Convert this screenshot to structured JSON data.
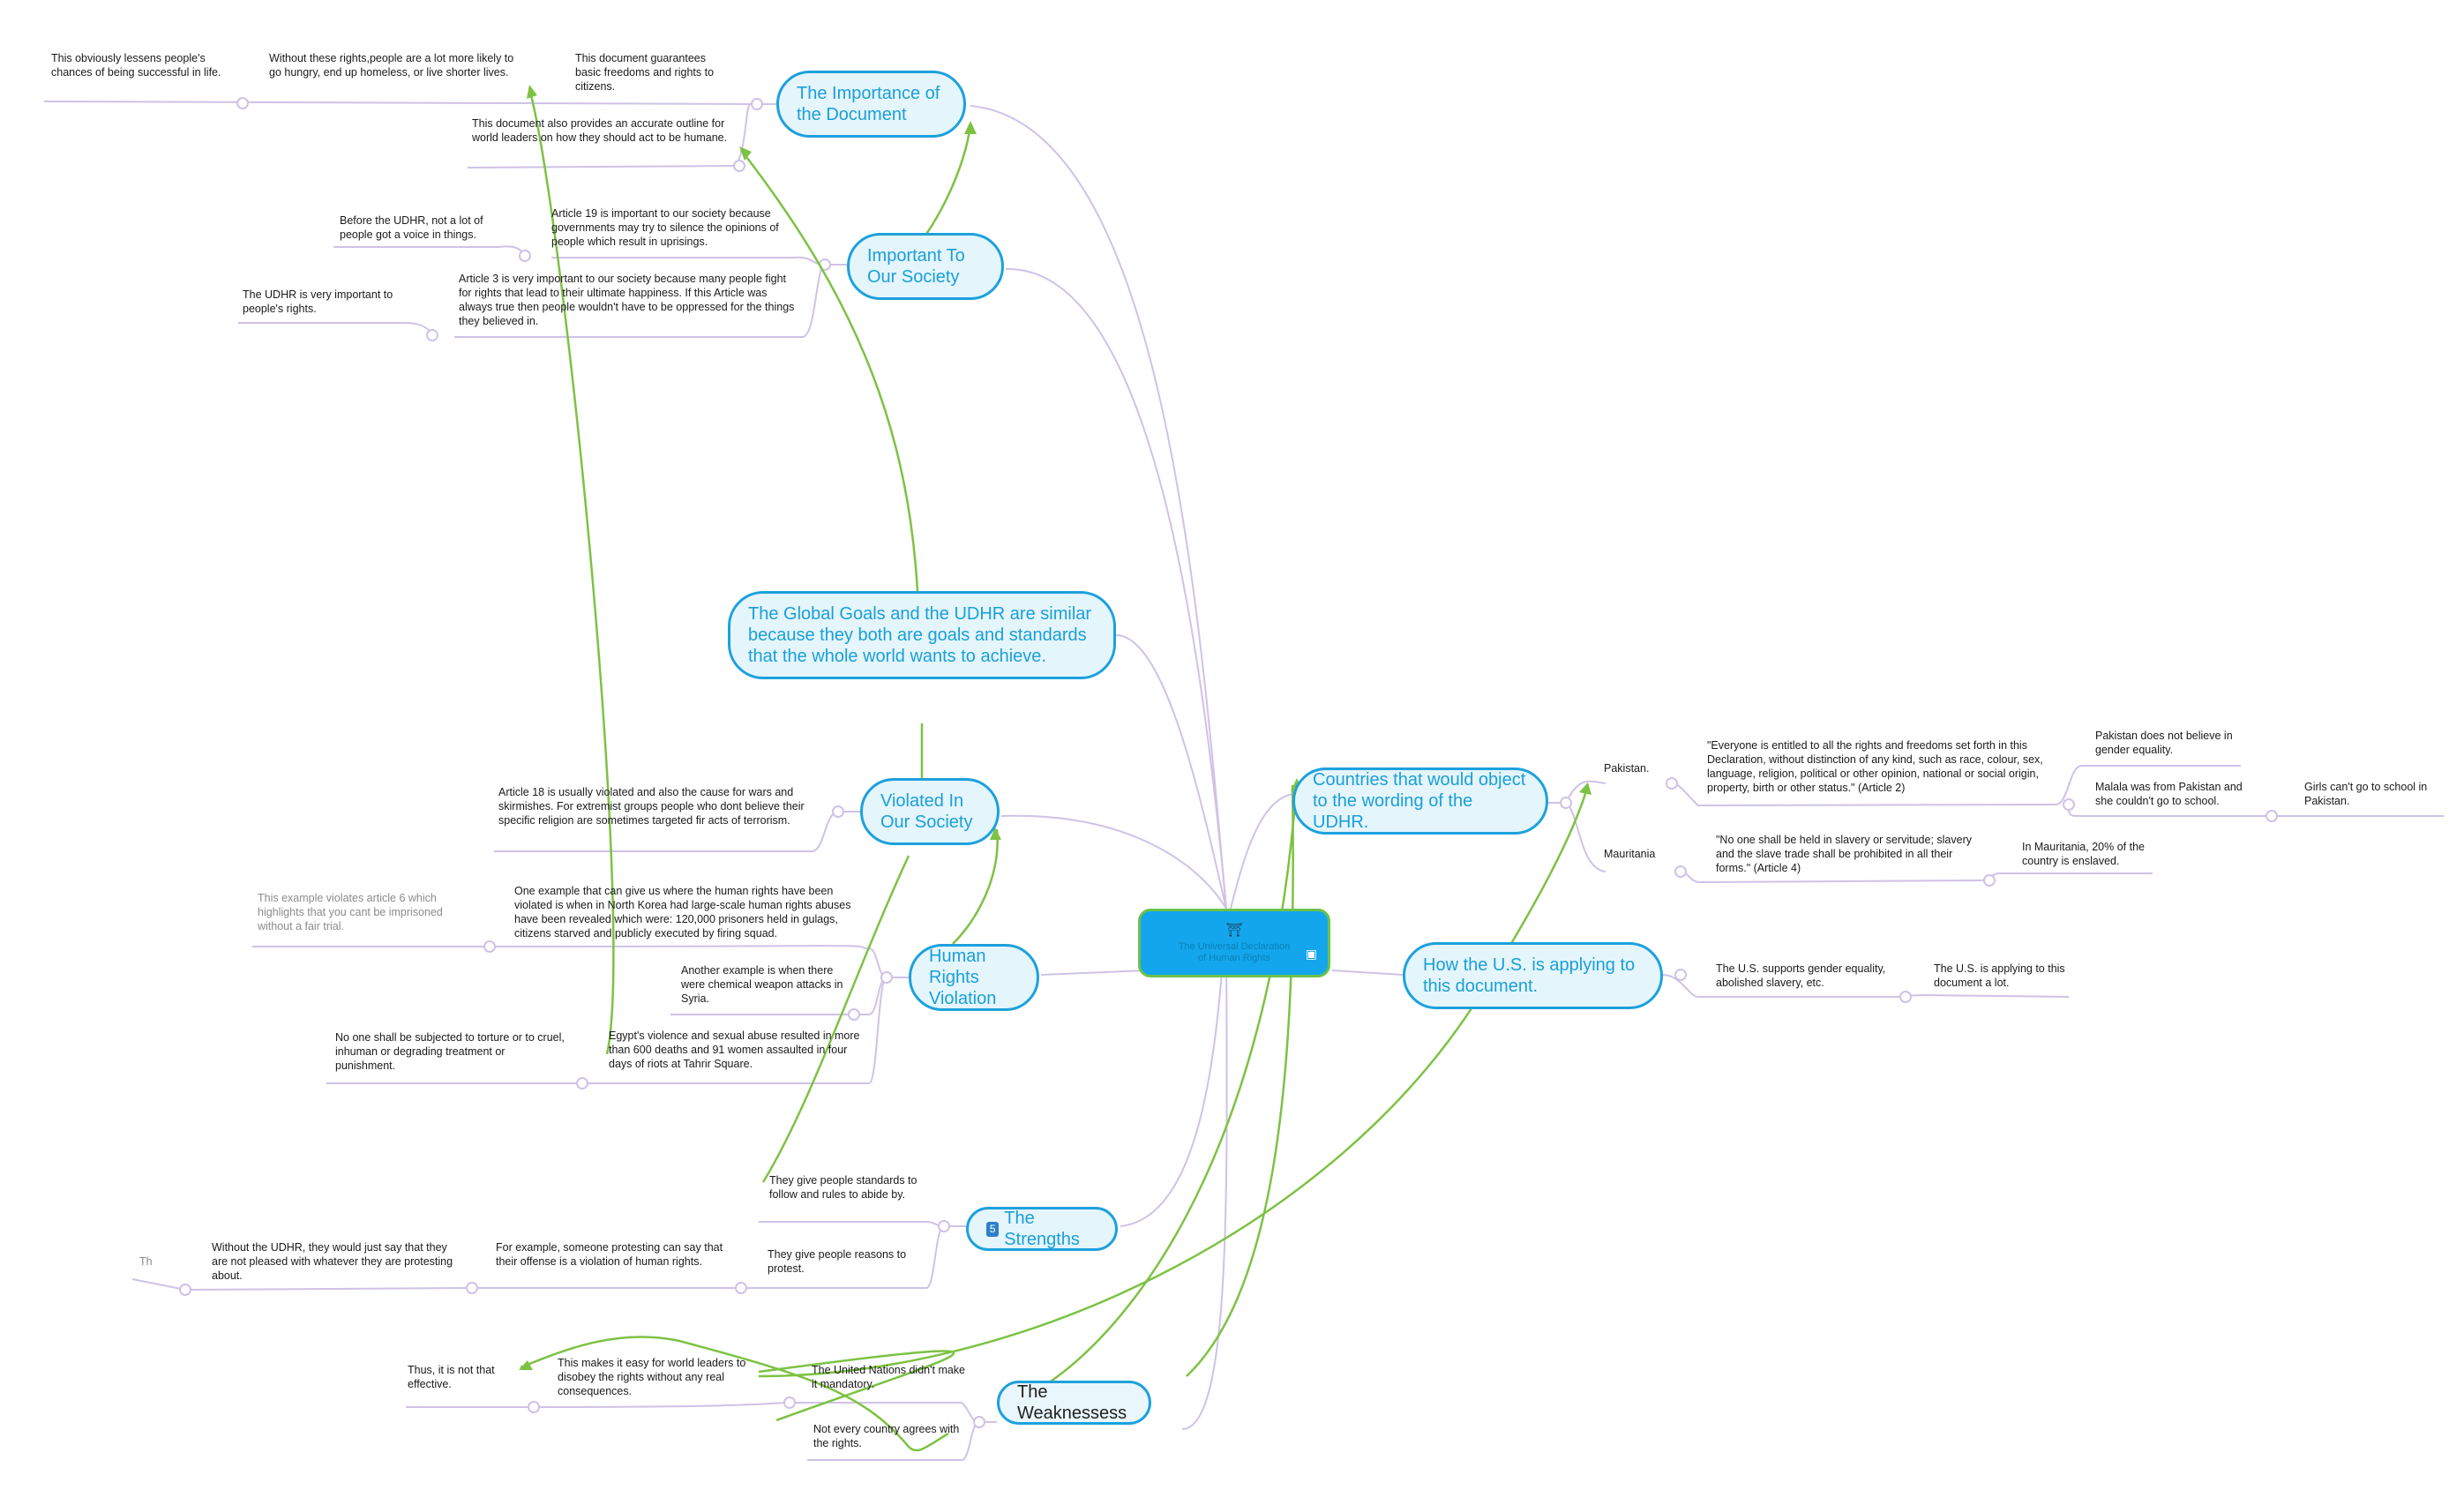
{
  "central_topic": {
    "icon": "sanctuary-icon",
    "title": "The Universal Declaration of Human Rights"
  },
  "topics": {
    "importance": "The Importance of the Document",
    "society": "Important To Our Society",
    "global_goals": "The Global Goals and the UDHR are similar because they both are goals and standards that the whole world wants to achieve.",
    "violated": "Violated In Our Society",
    "violation": "Human Rights Violation",
    "strengths_badge": "5",
    "strengths": "The Strengths",
    "weaknesses": "The Weaknessess",
    "countries": "Countries that would object to the wording of the UDHR.",
    "us": "How the U.S. is applying to this document."
  },
  "notes": {
    "imp_guarantee": "This document guarantees basic freedoms and rights to citizens.",
    "imp_without": "Without these rights,people are a lot more likely to go hungry, end up homeless, or live shorter lives.",
    "imp_lessens": "This obviously lessens people's chances of being successful in life.",
    "imp_outline": "This document also provides an accurate outline for world leaders on how they should act to be humane.",
    "soc_art19": "Article 19 is important to our society because governments may try to silence the opinions of people which result in uprisings.",
    "soc_before": "Before the UDHR, not a lot of people got a voice in things.",
    "soc_art3": "Article 3 is very important to our society because many people fight for rights that lead to their ultimate happiness. If this Article was always true then people wouldn't have to be oppressed for the things they believed in.",
    "soc_udhr": "The UDHR is very important to people's rights.",
    "vio_art18": "Article 18 is usually violated and also the cause for wars and skirmishes. For extremist groups people who dont believe their specific religion are sometimes targeted fir acts of terrorism.",
    "hr_korea": "One example that can give us where the human rights have been violated is when in North Korea had large-scale human rights abuses have been revealed which were: 120,000 prisoners held in gulags, citizens starved and publicly executed by firing squad.",
    "hr_art6": "This example violates article 6 which highlights that you cant be imprisoned without a fair trial.",
    "hr_syria": "Another example is when there were chemical weapon attacks in Syria.",
    "hr_egypt": "Egypt's violence and sexual abuse resulted in more than 600 deaths and 91 women assaulted in four days of riots at Tahrir Square.",
    "hr_torture": "No one shall be subjected to torture or to cruel, inhuman or degrading treatment or punishment.",
    "str_standards": "They give people standards to follow and rules to abide by.",
    "str_reasons": "They give people reasons to protest.",
    "str_protest": "For example, someone protesting can say that their offense is a violation of human rights.",
    "str_without": "Without the UDHR, they would just say that they are not pleased with whatever they are protesting about.",
    "str_th": "Th",
    "wk_un": "The United Nations didn't make it mandatory.",
    "wk_easy": "This makes it easy for world leaders to disobey the rights without any real consequences.",
    "wk_thus": "Thus, it is not that effective.",
    "wk_notevery": "Not every country agrees with the rights.",
    "cty_pakistan": "Pakistan.",
    "cty_quote2": "\"Everyone is entitled to all the rights and freedoms set forth in this Declaration, without distinction of any kind, such as race, colour, sex, language, religion, political or other opinion, national or social origin, property, birth or other status.\" (Article 2)",
    "cty_pk_gender": "Pakistan does not believe in gender equality.",
    "cty_malala": "Malala was from Pakistan and she couldn't go to school.",
    "cty_girls": "Girls can't go to school in Pakistan.",
    "cty_mauritania": "Mauritania",
    "cty_quote4": "\"No one shall be held in slavery or servitude; slavery and the slave trade shall be prohibited in all their forms.\" (Article 4)",
    "cty_enslaved": "In Mauritania, 20% of the country is enslaved.",
    "us_supports": "The U.S. supports gender equality, abolished slavery, etc.",
    "us_applying": "The U.S. is applying to this document a lot."
  },
  "colors": {
    "topic_border": "#1da1dc",
    "topic_fill": "#e4f5fc",
    "topic_text": "#1a9fd8",
    "central_fill": "#13a6ec",
    "link_purple": "#cfc2e6",
    "relation_green": "#7dc243"
  }
}
